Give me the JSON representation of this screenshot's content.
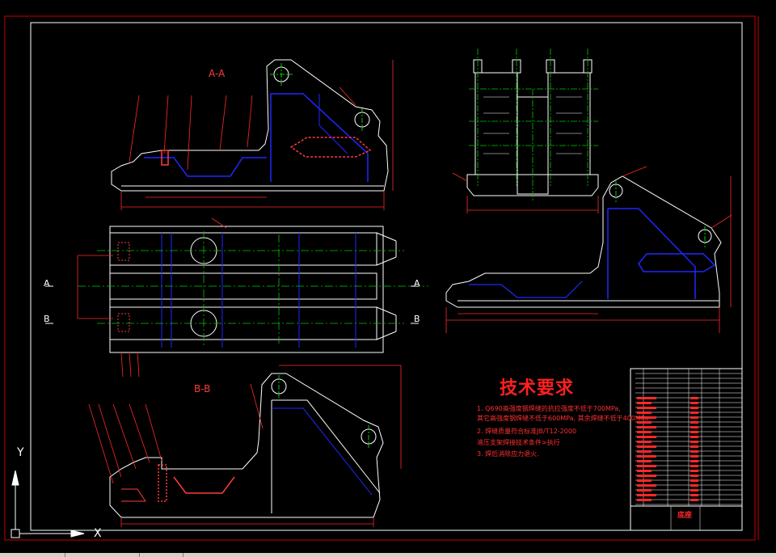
{
  "colors": {
    "background": "#000000",
    "frame": "#c80000",
    "outline": "#ffffff",
    "hidden": "#1e28ff",
    "centerline": "#00c800",
    "dimension": "#ff2828",
    "hatch": "#ff3c3c"
  },
  "views": {
    "section_aa_title": "A-A",
    "section_bb_title": "B-B",
    "cut_label_a_left": "A",
    "cut_label_a_right": "A",
    "cut_label_b_left": "B",
    "cut_label_b_right": "B"
  },
  "tech": {
    "title": "技术要求",
    "lines": [
      "1. Q690高强度钢焊缝的抗拉强度不低于700MPa,",
      "   其它高强度钢焊缝不低于600MPa, 其余焊缝不低于400MPa",
      "2. 焊缝质量符合标准JB/T12-2000",
      "   液压支架焊接技术条件>执行",
      "3. 焊后消除应力退火."
    ]
  },
  "title_block": {
    "drawing_name": "底座"
  },
  "ucs": {
    "x_label": "X",
    "y_label": "Y"
  }
}
